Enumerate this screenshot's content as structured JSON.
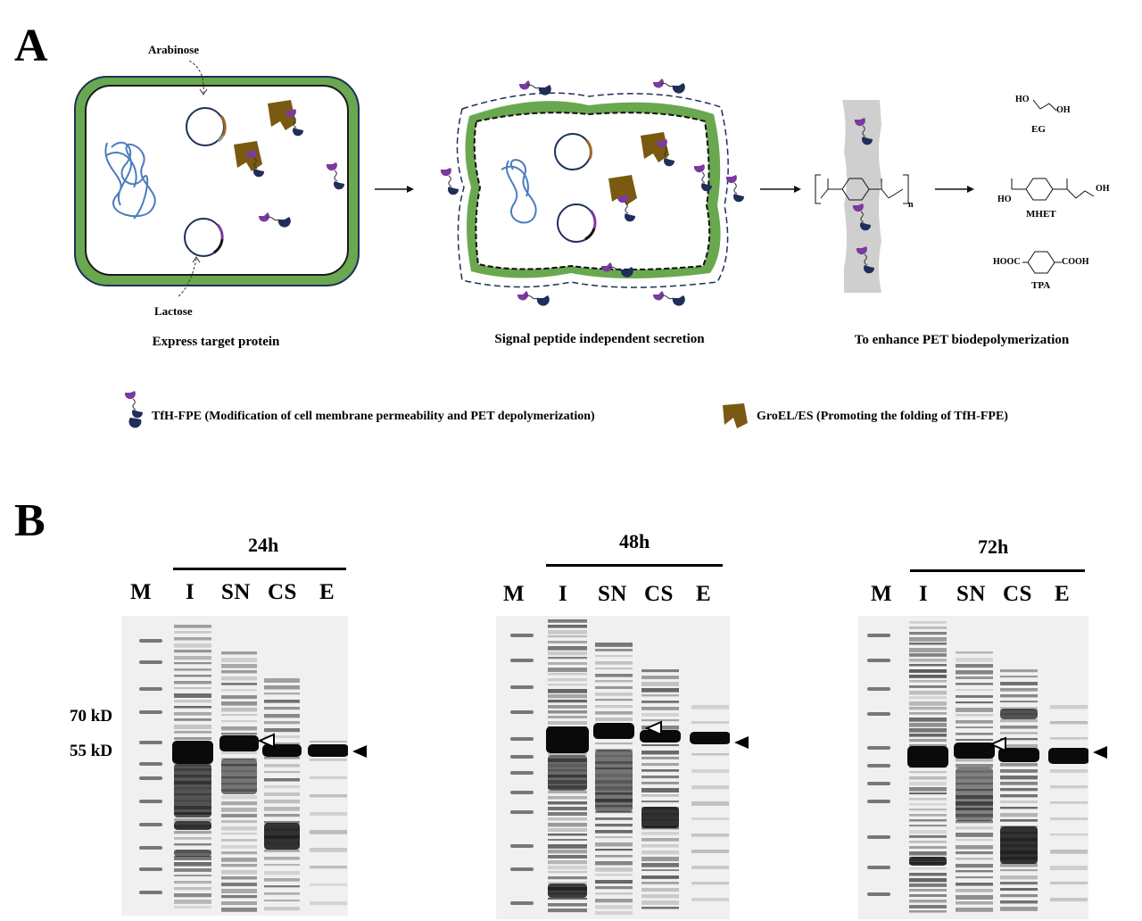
{
  "panel_a": {
    "letter": "A",
    "arabinose": "Arabinose",
    "lactose": "Lactose",
    "caption_1": "Express target protein",
    "caption_2": "Signal peptide independent secretion",
    "caption_3": "To enhance PET biodepolymerization",
    "products": {
      "eg": "EG",
      "mhet": "MHET",
      "tpa": "TPA",
      "ho": "HO",
      "oh": "OH",
      "hooc": "HOOC",
      "cooh": "COOH",
      "n": "n"
    },
    "legend": {
      "tfh": "TfH-FPE (Modification of cell membrane permeability and PET depolymerization)",
      "groel": "GroEL/ES (Promoting the folding of TfH-FPE)"
    },
    "colors": {
      "membrane_green": "#6aa84f",
      "navy": "#1f2f5a",
      "purple": "#7a3aa0",
      "groel_brown": "#7a5a10",
      "dna_blue": "#4a7cbf",
      "pet_gray": "#cfcfcf"
    }
  },
  "panel_b": {
    "letter": "B",
    "gels": [
      {
        "time": "24h",
        "lanes": [
          "M",
          "I",
          "SN",
          "CS",
          "E"
        ]
      },
      {
        "time": "48h",
        "lanes": [
          "M",
          "I",
          "SN",
          "CS",
          "E"
        ]
      },
      {
        "time": "72h",
        "lanes": [
          "M",
          "I",
          "SN",
          "CS",
          "E"
        ]
      }
    ],
    "markers": {
      "kd70": "70 kD",
      "kd55": "55 kD"
    }
  }
}
